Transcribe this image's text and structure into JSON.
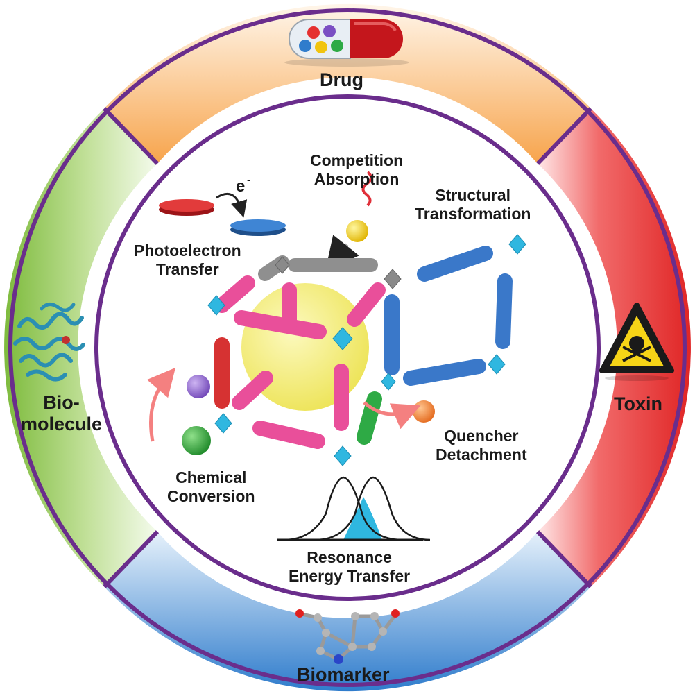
{
  "ring": {
    "top": "Drug",
    "right": "Toxin",
    "bottom": "Biomarker",
    "left": [
      "Bio-",
      "molecule"
    ]
  },
  "mechanisms": {
    "competition": [
      "Competition",
      "Absorption"
    ],
    "structural": [
      "Structural",
      "Transformation"
    ],
    "photoelectron": [
      "Photoelectron",
      "Transfer"
    ],
    "electron_symbol": "e",
    "electron_charge": "-",
    "quencher": [
      "Quencher",
      "Detachment"
    ],
    "chemical": [
      "Chemical",
      "Conversion"
    ],
    "resonance": [
      "Resonance",
      "Energy Transfer"
    ]
  },
  "icons": [
    "capsule-icon",
    "skull-warning-icon",
    "protein-icon",
    "molecule-icon"
  ],
  "colors": {
    "ring_border": "#6a2d8c",
    "drug_segment": "#f7a44c",
    "toxin_segment": "#e02525",
    "biomarker_segment": "#2f7ccc",
    "biomolecule_segment": "#7dbb3c",
    "framework_pink": "#e94f9a",
    "framework_blue": "#3a78c9",
    "framework_gray": "#8f8f8f",
    "node_cyan": "#2fb7e0",
    "guest_sphere": "#f5ea2a"
  }
}
